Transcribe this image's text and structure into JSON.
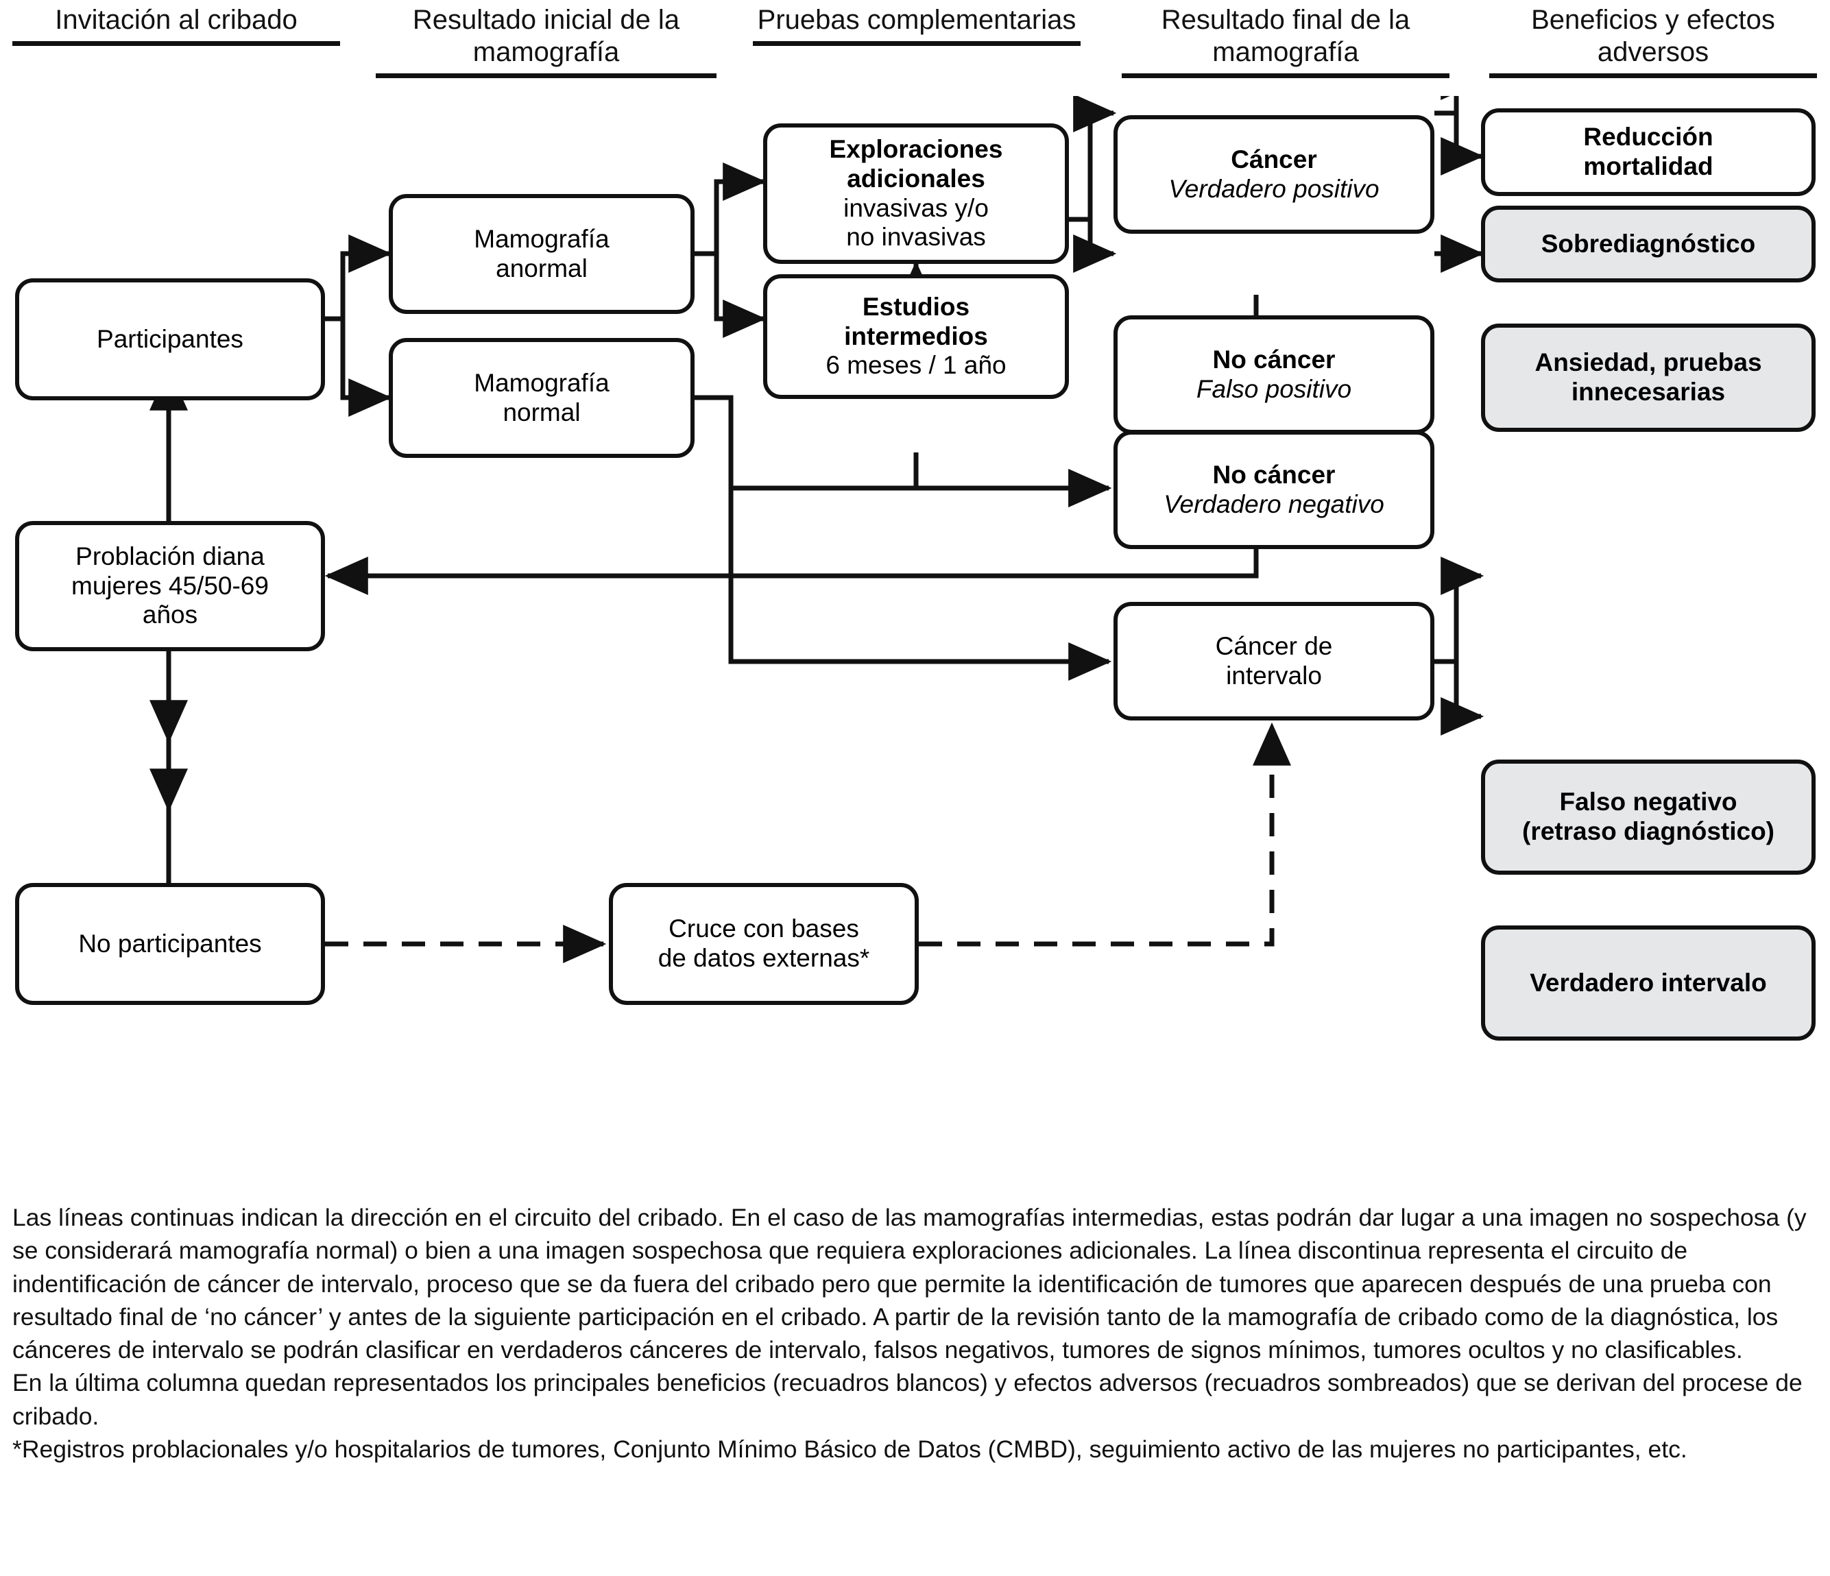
{
  "columns": [
    {
      "id": "col-invitacion",
      "line1": "Invitación al",
      "line2": "cribado"
    },
    {
      "id": "col-resultado-inicial",
      "line1": "Resultado inicial",
      "line2": "de la mamografía"
    },
    {
      "id": "col-pruebas",
      "line1": "Pruebas",
      "line2": "complementarias"
    },
    {
      "id": "col-resultado-final",
      "line1": "Resultado final",
      "line2": "de la mamografía"
    },
    {
      "id": "col-beneficios",
      "line1": "Beneficios y",
      "line2": "efectos adversos"
    }
  ],
  "nodes": {
    "participantes": {
      "l1": "Participantes"
    },
    "poblacion_diana": {
      "l1": "Problación diana",
      "l2": "mujeres 45/50-69",
      "l3": "años"
    },
    "no_participantes": {
      "l1": "No participantes"
    },
    "mamografia_anormal": {
      "l1": "Mamografía",
      "l2": "anormal"
    },
    "mamografia_normal": {
      "l1": "Mamografía",
      "l2": "normal"
    },
    "exploraciones": {
      "l1": "Exploraciones",
      "l2": "adicionales",
      "l3": "invasivas y/o",
      "l4": "no invasivas"
    },
    "estudios_intermedios": {
      "l1": "Estudios",
      "l2": "intermedios",
      "l3": "6 meses / 1 año"
    },
    "cruce_bases": {
      "l1": "Cruce con bases",
      "l2": "de datos externas*"
    },
    "cancer_vp": {
      "l1": "Cáncer",
      "l2": "Verdadero positivo"
    },
    "no_cancer_fp": {
      "l1": "No cáncer",
      "l2": "Falso positivo"
    },
    "no_cancer_vn": {
      "l1": "No cáncer",
      "l2": "Verdadero negativo"
    },
    "cancer_intervalo": {
      "l1": "Cáncer de",
      "l2": "intervalo"
    },
    "reduccion_mortalidad": {
      "l1": "Reducción",
      "l2": "mortalidad"
    },
    "sobrediagnostico": {
      "l1": "Sobrediagnóstico"
    },
    "ansiedad": {
      "l1": "Ansiedad, pruebas",
      "l2": "innecesarias"
    },
    "falso_negativo": {
      "l1": "Falso negativo",
      "l2": "(retraso diagnóstico)"
    },
    "verdadero_intervalo": {
      "l1": "Verdadero intervalo"
    }
  },
  "caption": {
    "p1": "Las líneas continuas indican la dirección en el circuito del cribado. En el caso de las mamografías intermedias, estas podrán dar lugar a una imagen no sospechosa (y se considerará mamografía normal) o bien a una imagen sospechosa que requiera exploraciones adicionales. La línea discontinua representa el circuito de indentificación de cáncer de intervalo, proceso que se da fuera del cribado pero que permite la identificación de tumores que aparecen después de una prueba con resultado final de ‘no cáncer’ y antes de la siguiente participación en el cribado. A partir de la revisión tanto de la mamografía de cribado como de la diagnóstica, los cánceres de intervalo se podrán clasificar en verdaderos cánceres de intervalo, falsos negativos, tumores de signos mínimos, tumores ocultos y no clasificables.",
    "p2": "En la última columna quedan representados los principales beneficios (recuadros blancos) y efectos adversos (recuadros sombreados) que se derivan del procese de cribado.",
    "p3": "*Registros problacionales y/o hospitalarios de tumores, Conjunto Mínimo Básico de Datos (CMBD), seguimiento activo de las mujeres no participantes, etc."
  },
  "colors": {
    "stroke": "#111111",
    "benefit_box": "#ffffff",
    "adverse_box": "#e6e7e9",
    "background": "#ffffff"
  }
}
